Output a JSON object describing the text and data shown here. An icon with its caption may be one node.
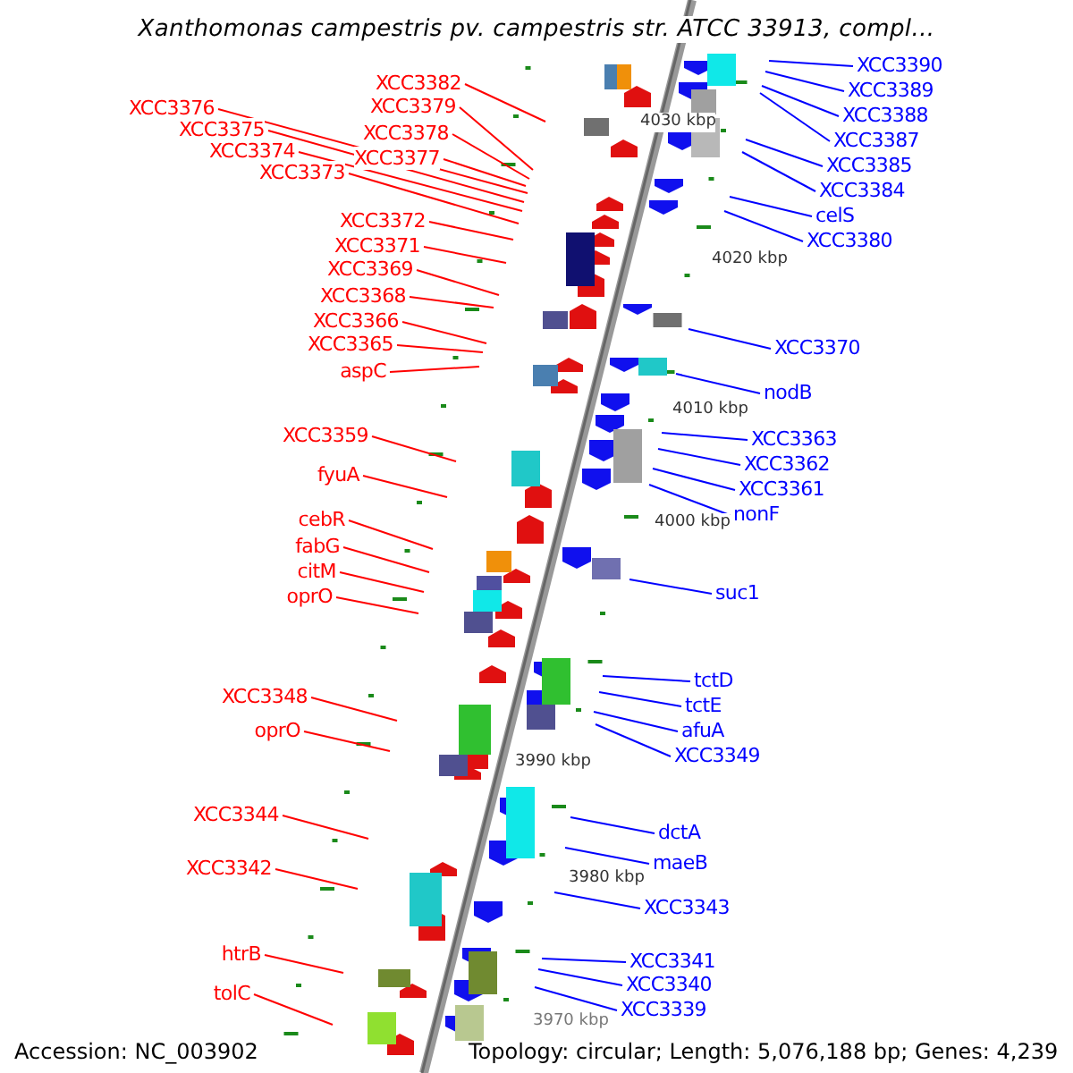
{
  "diagram": {
    "title": "Xanthomonas campestris pv. campestris str. ATCC 33913, compl...",
    "nodes": [
      {
        "text": [
          "XCC3382"
        ]
      },
      {
        "text": [
          "XCC3379"
        ]
      },
      {
        "text": [
          "XCC3376"
        ]
      },
      {
        "text": [
          "XCC3378"
        ]
      },
      {
        "text": [
          "XCC3375"
        ]
      },
      {
        "text": [
          "XCC3374"
        ]
      },
      {
        "text": [
          "XCC3377"
        ]
      },
      {
        "text": [
          "XCC3373"
        ]
      },
      {
        "text": [
          "XCC3372"
        ]
      },
      {
        "text": [
          "XCC3371"
        ]
      },
      {
        "text": [
          "XCC3369"
        ]
      },
      {
        "text": [
          "XCC3368"
        ]
      },
      {
        "text": [
          "XCC3366"
        ]
      },
      {
        "text": [
          "XCC3365"
        ]
      },
      {
        "text": [
          "aspC"
        ]
      },
      {
        "text": [
          "XCC3359"
        ]
      },
      {
        "text": [
          "fyuA"
        ]
      },
      {
        "text": [
          "cebR"
        ]
      },
      {
        "text": [
          "fabG"
        ]
      },
      {
        "text": [
          "citM"
        ]
      },
      {
        "text": [
          "oprO"
        ]
      },
      {
        "text": [
          "XCC3348"
        ]
      },
      {
        "text": [
          "oprO"
        ]
      },
      {
        "text": [
          "XCC3344"
        ]
      },
      {
        "text": [
          "XCC3342"
        ]
      },
      {
        "text": [
          "htrB"
        ]
      },
      {
        "text": [
          "tolC"
        ]
      },
      {
        "text": [
          "XCC3390"
        ]
      },
      {
        "text": [
          "XCC3389"
        ]
      },
      {
        "text": [
          "XCC3388"
        ]
      },
      {
        "text": [
          "XCC3387"
        ]
      },
      {
        "text": [
          "XCC3385"
        ]
      },
      {
        "text": [
          "XCC3384"
        ]
      },
      {
        "text": [
          "celS"
        ]
      },
      {
        "text": [
          "XCC3380"
        ]
      },
      {
        "text": [
          "XCC3370"
        ]
      },
      {
        "text": [
          "nodB"
        ]
      },
      {
        "text": [
          "XCC3363"
        ]
      },
      {
        "text": [
          "XCC3362"
        ]
      },
      {
        "text": [
          "XCC3361"
        ]
      },
      {
        "text": [
          "nonF"
        ]
      },
      {
        "text": [
          "suc1"
        ]
      },
      {
        "text": [
          "tctD"
        ]
      },
      {
        "text": [
          "tctE"
        ]
      },
      {
        "text": [
          "afuA"
        ]
      },
      {
        "text": [
          "XCC3349"
        ]
      },
      {
        "text": [
          "dctA"
        ]
      },
      {
        "text": [
          "maeB"
        ]
      },
      {
        "text": [
          "XCC3343"
        ]
      },
      {
        "text": [
          "XCC3341"
        ]
      },
      {
        "text": [
          "XCC3340"
        ]
      },
      {
        "text": [
          "XCC3339"
        ]
      }
    ],
    "edges": [
      {
        "from": 0,
        "to": null,
        "arrow": "none"
      },
      {
        "from": 1,
        "to": null,
        "arrow": "none"
      },
      {
        "from": 2,
        "to": null,
        "arrow": "none"
      },
      {
        "from": 3,
        "to": null,
        "arrow": "none"
      },
      {
        "from": 4,
        "to": null,
        "arrow": "none"
      },
      {
        "from": 5,
        "to": null,
        "arrow": "none"
      },
      {
        "from": 6,
        "to": null,
        "arrow": "none"
      },
      {
        "from": 7,
        "to": null,
        "arrow": "none"
      },
      {
        "from": 8,
        "to": null,
        "arrow": "none"
      },
      {
        "from": 9,
        "to": null,
        "arrow": "none"
      },
      {
        "from": 10,
        "to": null,
        "arrow": "none"
      },
      {
        "from": 11,
        "to": null,
        "arrow": "none"
      },
      {
        "from": 12,
        "to": null,
        "arrow": "none"
      },
      {
        "from": 13,
        "to": null,
        "arrow": "none"
      },
      {
        "from": 14,
        "to": null,
        "arrow": "none"
      },
      {
        "from": 15,
        "to": null,
        "arrow": "none"
      },
      {
        "from": 16,
        "to": null,
        "arrow": "none"
      },
      {
        "from": 17,
        "to": null,
        "arrow": "none"
      },
      {
        "from": 18,
        "to": null,
        "arrow": "none"
      },
      {
        "from": 19,
        "to": null,
        "arrow": "none"
      },
      {
        "from": 20,
        "to": null,
        "arrow": "none"
      },
      {
        "from": 21,
        "to": null,
        "arrow": "none"
      },
      {
        "from": 22,
        "to": null,
        "arrow": "none"
      },
      {
        "from": 23,
        "to": null,
        "arrow": "none"
      },
      {
        "from": 24,
        "to": null,
        "arrow": "none"
      },
      {
        "from": 25,
        "to": null,
        "arrow": "none"
      },
      {
        "from": 26,
        "to": null,
        "arrow": "none"
      },
      {
        "from": 27,
        "to": null,
        "arrow": "none",
        "color": "#0000ff"
      },
      {
        "from": 28,
        "to": null,
        "arrow": "none",
        "color": "#0000ff"
      },
      {
        "from": 29,
        "to": null,
        "arrow": "none",
        "color": "#0000ff"
      },
      {
        "from": 30,
        "to": null,
        "arrow": "none",
        "color": "#0000ff"
      },
      {
        "from": 31,
        "to": null,
        "arrow": "none",
        "color": "#0000ff"
      },
      {
        "from": 32,
        "to": null,
        "arrow": "none",
        "color": "#0000ff"
      },
      {
        "from": 33,
        "to": null,
        "arrow": "none",
        "color": "#0000ff"
      },
      {
        "from": 34,
        "to": null,
        "arrow": "none",
        "color": "#0000ff"
      },
      {
        "from": 35,
        "to": null,
        "arrow": "none",
        "color": "#0000ff"
      },
      {
        "from": 36,
        "to": null,
        "arrow": "none",
        "color": "#0000ff"
      },
      {
        "from": 37,
        "to": null,
        "arrow": "none",
        "color": "#0000ff"
      },
      {
        "from": 38,
        "to": null,
        "arrow": "none",
        "color": "#0000ff"
      },
      {
        "from": 39,
        "to": null,
        "arrow": "none",
        "color": "#0000ff"
      },
      {
        "from": 40,
        "to": null,
        "arrow": "none",
        "color": "#0000ff"
      },
      {
        "from": 41,
        "to": null,
        "arrow": "none",
        "color": "#0000ff"
      },
      {
        "from": 42,
        "to": null,
        "arrow": "none",
        "color": "#0000ff"
      },
      {
        "from": 43,
        "to": null,
        "arrow": "none",
        "color": "#0000ff"
      },
      {
        "from": 44,
        "to": null,
        "arrow": "none",
        "color": "#0000ff"
      },
      {
        "from": 45,
        "to": null,
        "arrow": "none",
        "color": "#0000ff"
      },
      {
        "from": 46,
        "to": null,
        "arrow": "none",
        "color": "#0000ff"
      },
      {
        "from": 47,
        "to": null,
        "arrow": "none",
        "color": "#0000ff"
      },
      {
        "from": 48,
        "to": null,
        "arrow": "none",
        "color": "#0000ff"
      },
      {
        "from": 49,
        "to": null,
        "arrow": "none",
        "color": "#0000ff"
      },
      {
        "from": 50,
        "to": null,
        "arrow": "none",
        "color": "#0000ff"
      },
      {
        "from": 51,
        "to": null,
        "arrow": "none",
        "color": "#0000ff"
      }
    ],
    "labels": [
      "4030 kbp",
      "4020 kbp",
      "4010 kbp",
      "4000 kbp",
      "3990 kbp",
      "3980 kbp",
      "3970 kbp",
      "Accession: NC_003902",
      "Topology: circular; Length: 5,076,188 bp; Genes: 4,239"
    ]
  }
}
